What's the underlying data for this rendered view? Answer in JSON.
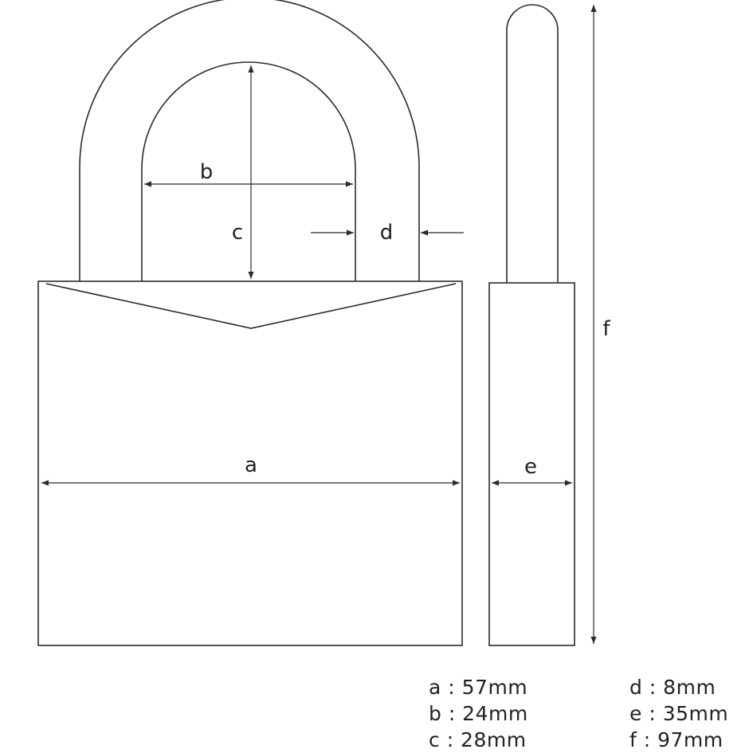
{
  "labels": {
    "a": "a",
    "b": "b",
    "c": "c",
    "d": "d",
    "e": "e",
    "f": "f"
  },
  "legend": {
    "left": [
      "a : 57mm",
      "b : 24mm",
      "c : 28mm"
    ],
    "right": [
      "d : 8mm",
      "e : 35mm",
      "f : 97mm"
    ]
  }
}
